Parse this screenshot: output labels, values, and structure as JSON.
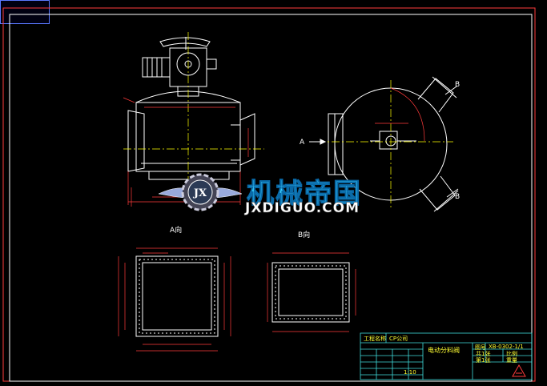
{
  "drawing": {
    "view_a_label": "A向",
    "view_b_label": "B向",
    "arrow_a": "A",
    "arrow_b_top": "B",
    "arrow_b_bottom": "B"
  },
  "logo": {
    "name": "机械帝国",
    "url": "JXDIGUO.COM",
    "emblem": "JX"
  },
  "title_block": {
    "project_label": "工程名称",
    "project_value": "CP公司",
    "drawing_title": "电动分料阀",
    "number_label": "图号",
    "number_value": "XB-0302-1/1",
    "sheet_total": "共1张",
    "sheet_current": "第1张",
    "ratio_label": "比例",
    "weight_label": "重量",
    "scale_value": "1:10"
  },
  "colors": {
    "background": "#000000",
    "geometry": "#ffffff",
    "dimension": "#ff3b3b",
    "centerline": "#ffff00",
    "frame_outer": "#ff3b3b",
    "frame_inner": "#ffffff",
    "title_block": "#3fdcdc"
  }
}
